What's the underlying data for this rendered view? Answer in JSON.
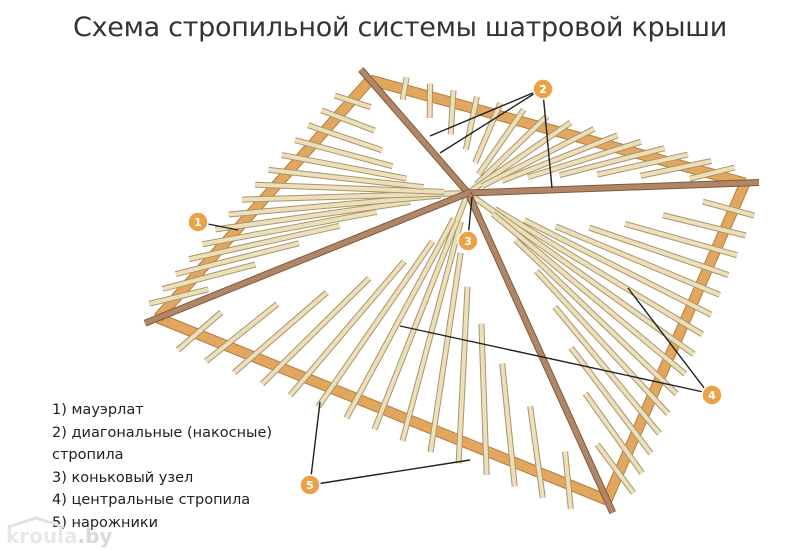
{
  "title": "Схема стропильной системы шатровой крыши",
  "callouts": [
    {
      "number": "1",
      "label": "1) мауэрлат"
    },
    {
      "number": "2",
      "label": "2) диагональные (накосные)",
      "label_cont": "стропила"
    },
    {
      "number": "3",
      "label": "3) коньковый узел"
    },
    {
      "number": "4",
      "label": "4) центральные стропила"
    },
    {
      "number": "5",
      "label": "5) нарожники"
    }
  ],
  "watermark": {
    "text": "kroula",
    "suffix": ".by"
  },
  "colors": {
    "badge": "#e9a247",
    "beam_light": "#ecdfb9",
    "beam_edge": "#a7966d",
    "plate": "#e2a75e",
    "hip": "#b08666",
    "leader": "#222222"
  }
}
